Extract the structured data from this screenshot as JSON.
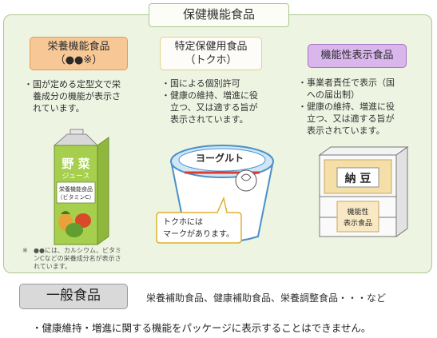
{
  "main_title": "保健機能食品",
  "categories": [
    {
      "title_line1": "栄養機能食品",
      "title_line2": "（●●※）",
      "desc_lines": [
        "・国が定める定型文で栄",
        "　養成分の機能が表示さ",
        "　れています。"
      ]
    },
    {
      "title_line1": "特定保健用食品",
      "title_line2": "（トクホ）",
      "desc_lines": [
        "・国による個別許可",
        "・健康の維持、増進に役",
        "　立つ、又は適する旨が",
        "　表示されています。"
      ]
    },
    {
      "title_line1": "機能性表示食品",
      "desc_lines": [
        "・事業者責任で表示（国",
        "　への届出制）",
        "・健康の維持、増進に役",
        "　立つ、又は適する旨が",
        "　表示されています。"
      ]
    }
  ],
  "illustrations": {
    "juice_name_line1": "野 菜",
    "juice_name_line2": "ジュース",
    "juice_label_line1": "栄養機能食品",
    "juice_label_line2": "（ビタミンC）",
    "yogurt_label": "ヨーグルト",
    "bubble_line1": "トクホには",
    "bubble_line2": "マークがあります。",
    "natto_label": "納 豆",
    "natto_tag_line1": "機能性",
    "natto_tag_line2": "表示食品"
  },
  "note": {
    "mark": "※",
    "lines": [
      "●●には、カルシウム、ビタミ",
      "ンCなどの栄養成分名が表示さ",
      "れています。"
    ]
  },
  "general": {
    "label": "一般食品",
    "examples": "栄養補助食品、健康補助食品、栄養調整食品・・・など"
  },
  "footer": "・健康維持・増進に関する機能をパッケージに表示することはできません。",
  "colors": {
    "outer_bg": "#eef4e2",
    "outer_border": "#a9c98a",
    "nutrient_bg": "#f7c896",
    "tokuho_bg": "#fdfcf8",
    "function_bg": "#d9b6ec",
    "juice_green": "#a5cf4c",
    "general_bg": "#d9d9d9"
  }
}
